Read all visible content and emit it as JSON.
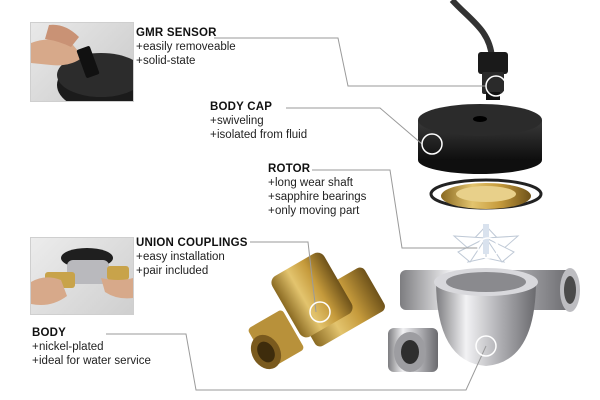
{
  "callouts": {
    "gmr_sensor": {
      "title": "GMR SENSOR",
      "items": [
        "easily removeable",
        "solid-state"
      ]
    },
    "body_cap": {
      "title": "BODY CAP",
      "items": [
        "swiveling",
        "isolated from fluid"
      ]
    },
    "rotor": {
      "title": "ROTOR",
      "items": [
        "long wear shaft",
        "sapphire bearings",
        "only moving part"
      ]
    },
    "union_couplings": {
      "title": "UNION COUPLINGS",
      "items": [
        "easy installation",
        "pair included"
      ]
    },
    "body": {
      "title": "BODY",
      "items": [
        "nickel-plated",
        "ideal for water service"
      ]
    }
  },
  "bullet_glyph": "+",
  "icons": [
    "cable-icon",
    "sensor-icon",
    "body-cap-icon",
    "rotor-icon",
    "union-coupling-icon",
    "meter-body-icon"
  ],
  "colors": {
    "leader_line": "#9a9a9a",
    "brass": "#c8a34a",
    "nickel": "#c9c9cc",
    "cap": "#1e1e1e"
  }
}
